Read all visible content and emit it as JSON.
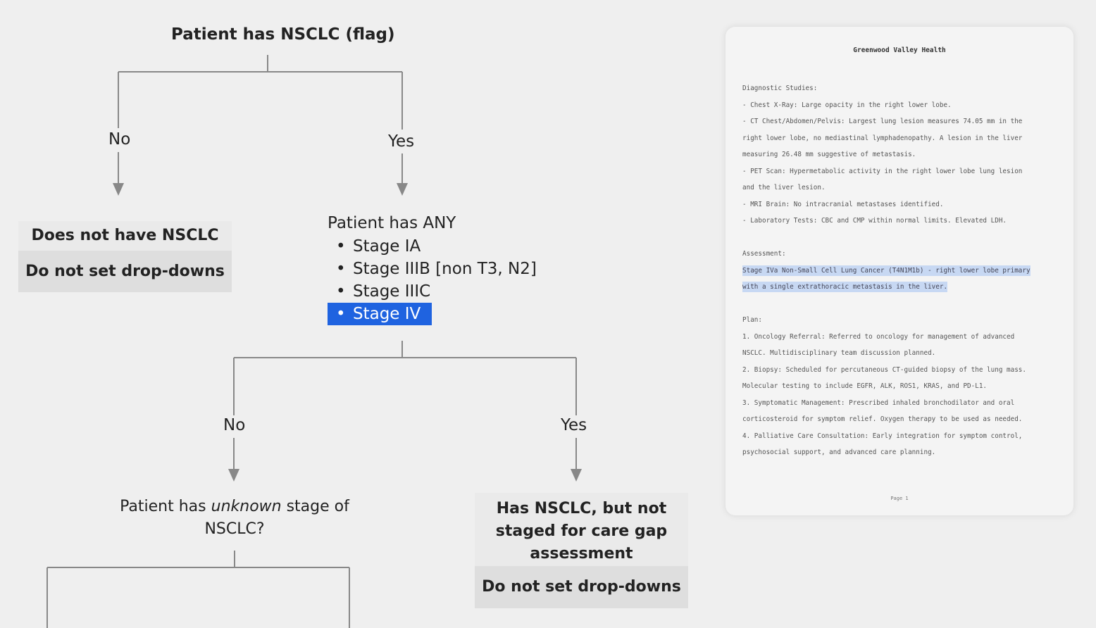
{
  "flow": {
    "root_title": "Patient has NSCLC (flag)",
    "branch1_no": "No",
    "branch1_yes": "Yes",
    "no_nsclc_box": {
      "line1": "Does not have NSCLC",
      "line2": "Do not set drop-downs"
    },
    "criteria": {
      "heading": "Patient has ANY",
      "items": [
        "Stage IA",
        "Stage IIIB [non T3, N2]",
        "Stage IIIC",
        "Stage IV"
      ],
      "selected_item": "Stage IV"
    },
    "branch2_no": "No",
    "branch2_yes": "Yes",
    "unknown_question": {
      "prefix": "Patient has ",
      "emph": "unknown",
      "suffix": " stage of",
      "line2": "NSCLC?"
    },
    "not_staged_box": {
      "line1": "Has NSCLC, but not",
      "line2": "staged for care gap",
      "line3": "assessment",
      "action": "Do not set drop-downs"
    }
  },
  "document": {
    "org": "Greenwood Valley Health",
    "diagnostic_heading": "Diagnostic Studies:",
    "diagnostic_lines": [
      "- Chest X-Ray: Large opacity in the right lower lobe.",
      "- CT Chest/Abdomen/Pelvis: Largest lung lesion measures 74.05 mm in the",
      "right lower lobe, no mediastinal lymphadenopathy. A lesion in the liver",
      "measuring 26.48 mm suggestive of metastasis.",
      "- PET Scan: Hypermetabolic activity in the right lower lobe lung lesion",
      "and the liver lesion.",
      "- MRI Brain: No intracranial metastases identified.",
      "- Laboratory Tests: CBC and CMP within normal limits. Elevated LDH."
    ],
    "assessment_heading": "Assessment:",
    "assessment_lines": [
      "Stage IVa Non-Small Cell Lung Cancer (T4N1M1b) - right lower lobe primary",
      "with a single extrathoracic metastasis in the liver."
    ],
    "plan_heading": "Plan:",
    "plan_lines": [
      "1. Oncology Referral: Referred to oncology for management of advanced",
      "NSCLC. Multidisciplinary team discussion planned.",
      "2. Biopsy: Scheduled for percutaneous CT-guided biopsy of the lung mass.",
      "Molecular testing to include EGFR, ALK, ROS1, KRAS, and PD-L1.",
      "3. Symptomatic Management: Prescribed inhaled bronchodilator and oral",
      "corticosteroid for symptom relief. Oxygen therapy to be used as needed.",
      "4. Palliative Care Consultation: Early integration for symptom control,",
      "psychosocial support, and advanced care planning."
    ],
    "page_label": "Page 1"
  }
}
